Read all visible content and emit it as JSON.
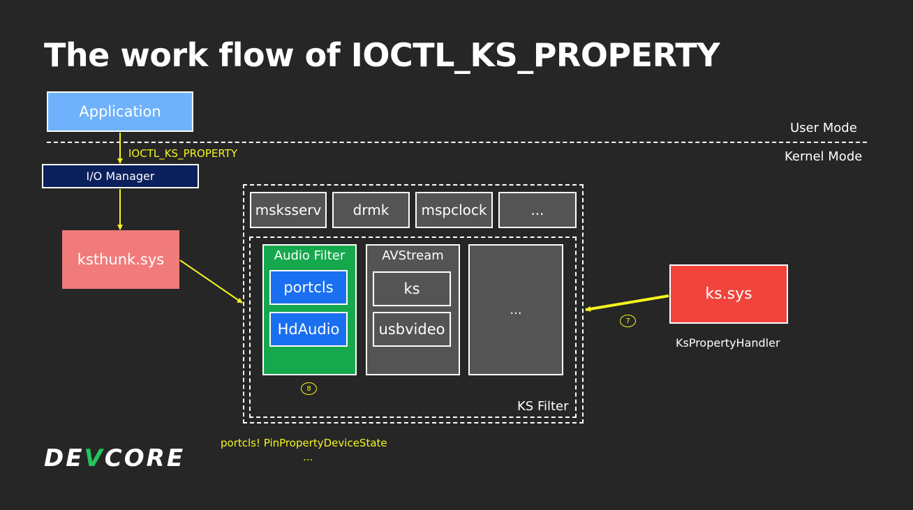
{
  "title": "The work flow of IOCTL_KS_PROPERTY",
  "modes": {
    "user": "User Mode",
    "kernel": "Kernel Mode"
  },
  "nodes": {
    "application": "Application",
    "io_manager": "I/O Manager",
    "ksthunk": "ksthunk.sys",
    "kssys": "ks.sys"
  },
  "labels": {
    "ioctl": "IOCTL_KS_PROPERTY",
    "handler": "KsPropertyHandler",
    "pin_property": "portcls! PinPropertyDeviceState",
    "pin_property_more": "...",
    "ks_filter": "KS Filter"
  },
  "top_modules": [
    "msksserv",
    "drmk",
    "mspclock",
    "..."
  ],
  "audio_filter": {
    "header": "Audio Filter",
    "items": [
      "portcls",
      "HdAudio"
    ]
  },
  "avstream": {
    "header": "AVStream",
    "items": [
      "ks",
      "usbvideo"
    ]
  },
  "third_column": "...",
  "steps": {
    "seven": "7",
    "eight": "8"
  },
  "logo": {
    "left": "DE",
    "mark": "V",
    "right": "CORE"
  },
  "colors": {
    "background": "#262626",
    "application": "#6fb2fb",
    "io_manager": "#0a1f5c",
    "ksthunk": "#f17b7b",
    "kssys": "#f2433d",
    "audio_filter": "#16a84d",
    "blue_module": "#1a6ff0",
    "grey_module": "#545454",
    "arrow": "#f5f520",
    "logo_mark": "#22c55e"
  }
}
